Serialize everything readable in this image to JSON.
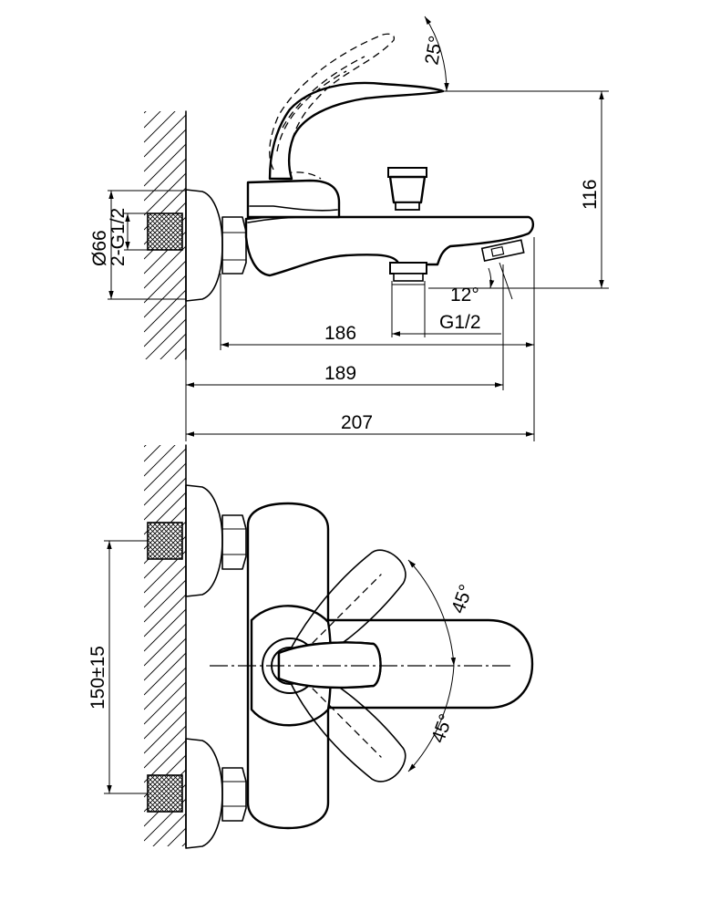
{
  "labels": {
    "top_angle": "25°",
    "height": "116",
    "diameter": "Ø66",
    "thread_in": "2-G1/2",
    "spout_angle": "12°",
    "outlet_thread": "G1/2",
    "len_186": "186",
    "len_189": "189",
    "len_207": "207",
    "spacing": "150±15",
    "rot_up": "45°",
    "rot_down": "45°"
  }
}
